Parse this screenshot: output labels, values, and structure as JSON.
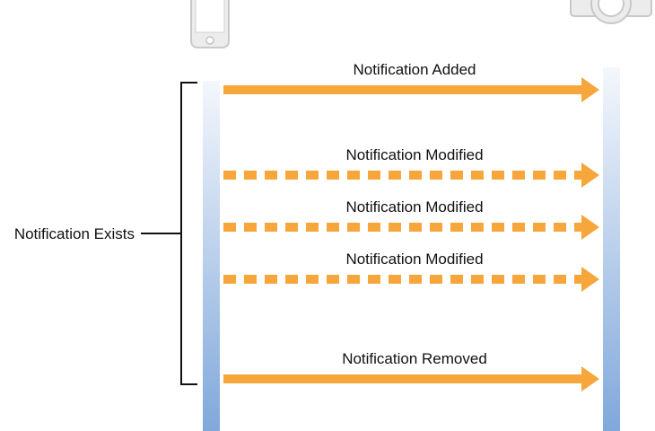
{
  "devices": {
    "left": {
      "icon": "phone-icon"
    },
    "right": {
      "icon": "camera-icon"
    }
  },
  "bracket": {
    "label": "Notification Exists"
  },
  "events": [
    {
      "label": "Notification Added",
      "style": "solid"
    },
    {
      "label": "Notification Modified",
      "style": "dashed"
    },
    {
      "label": "Notification Modified",
      "style": "dashed"
    },
    {
      "label": "Notification Modified",
      "style": "dashed"
    },
    {
      "label": "Notification Removed",
      "style": "solid"
    }
  ],
  "colors": {
    "arrow": "#f7a63c",
    "lifeline_top": "#f4f7fc",
    "lifeline_bottom": "#80a8db",
    "device_stroke": "#c9c9c9",
    "device_fill": "#e9e9e9",
    "bracket": "#111111"
  }
}
